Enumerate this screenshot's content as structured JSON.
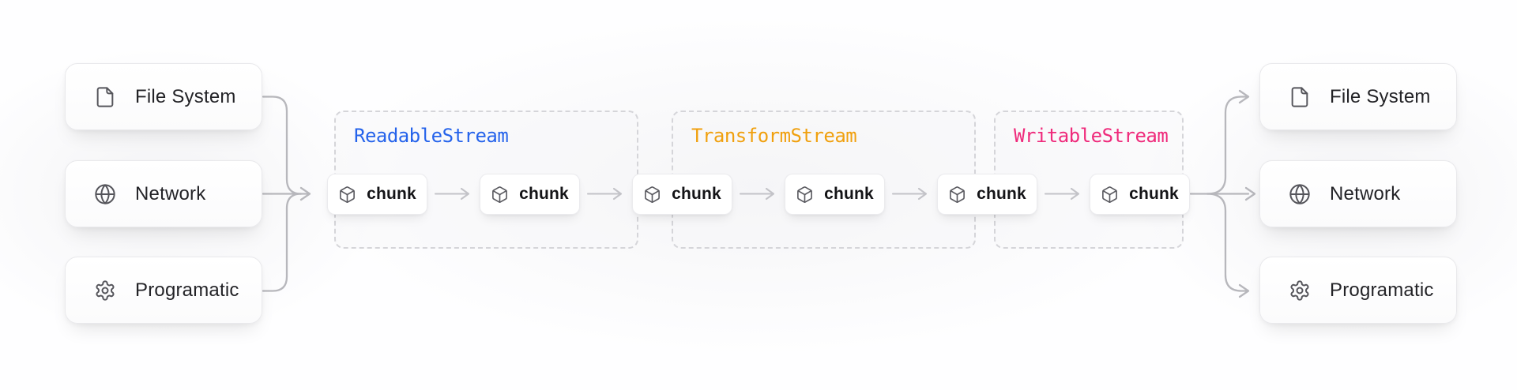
{
  "sources": [
    {
      "label": "File System",
      "icon": "file-icon"
    },
    {
      "label": "Network",
      "icon": "globe-icon"
    },
    {
      "label": "Programatic",
      "icon": "gear-icon"
    }
  ],
  "destinations": [
    {
      "label": "File System",
      "icon": "file-icon"
    },
    {
      "label": "Network",
      "icon": "globe-icon"
    },
    {
      "label": "Programatic",
      "icon": "gear-icon"
    }
  ],
  "streams": [
    {
      "name": "ReadableStream",
      "color": "#2563eb"
    },
    {
      "name": "TransformStream",
      "color": "#f0a00e"
    },
    {
      "name": "WritableStream",
      "color": "#ef2a7b"
    }
  ],
  "chunk": {
    "label": "chunk",
    "icon": "cube-icon",
    "count": 6
  },
  "colors": {
    "connector": "#b7b7bc",
    "chunk_arrow": "#c3c3c8"
  }
}
